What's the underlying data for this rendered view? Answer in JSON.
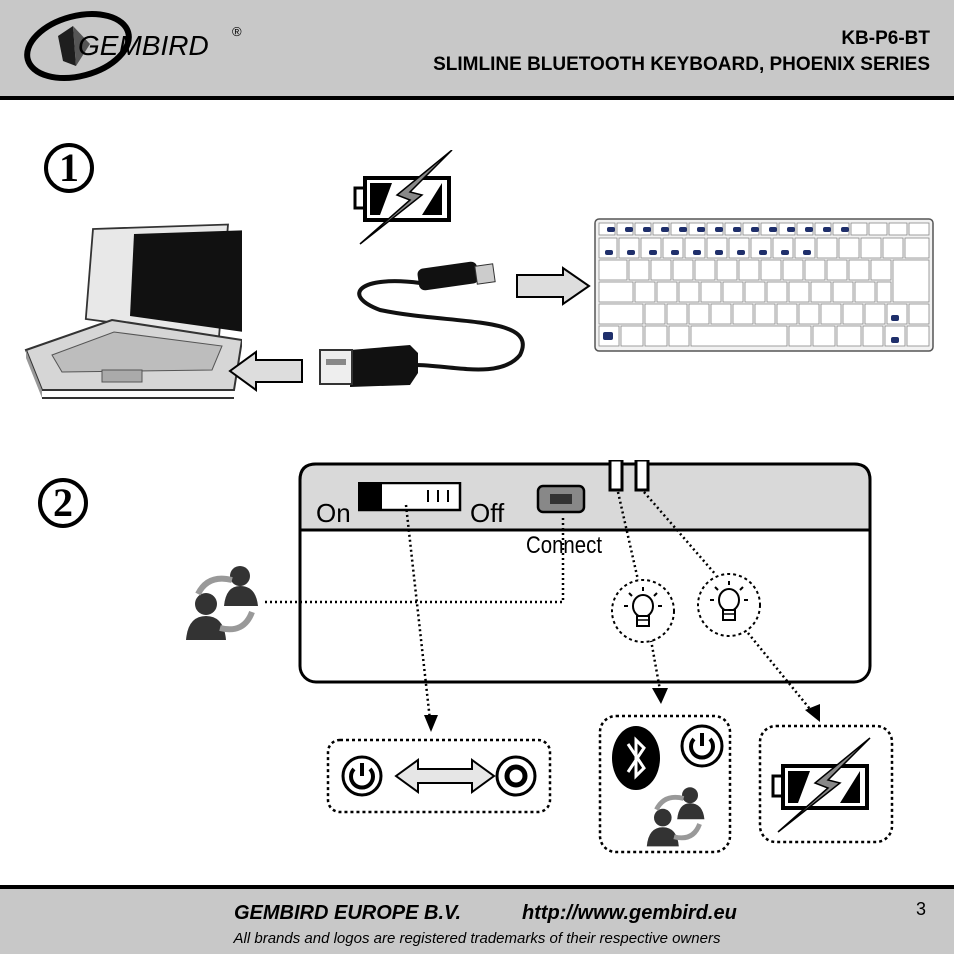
{
  "header": {
    "brand": "GEMBIRD",
    "registered_mark": "®",
    "model": "KB-P6-BT",
    "subtitle": "SLIMLINE BLUETOOTH KEYBOARD, PHOENIX SERIES"
  },
  "steps": [
    {
      "number": "1"
    },
    {
      "number": "2"
    }
  ],
  "panel": {
    "on_label": "On",
    "off_label": "Off",
    "connect_label": "Connect"
  },
  "icons": {
    "step1": [
      "laptop-icon",
      "battery-charging-icon",
      "usb-cable-icon",
      "keyboard-icon",
      "arrow-left-icon",
      "arrow-right-icon"
    ],
    "step2": [
      "users-sync-icon",
      "lightbulb-icon",
      "power-icon",
      "bluetooth-icon",
      "battery-charging-icon"
    ]
  },
  "footer": {
    "company": "GEMBIRD EUROPE B.V.",
    "url": "http://www.gembird.eu",
    "trademark_notice": "All brands and logos are registered trademarks of their respective owners",
    "page_number": "3"
  },
  "colors": {
    "header_bg": "#c8c8c8",
    "key_accent": "#1f2f6b",
    "panel_bg": "#d9d9d9"
  }
}
